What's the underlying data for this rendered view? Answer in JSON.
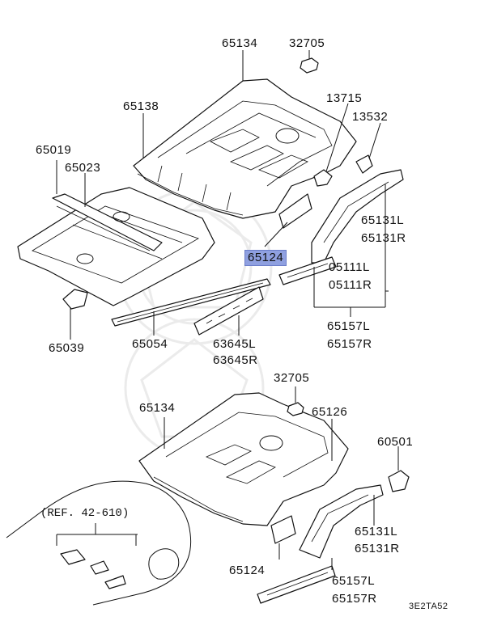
{
  "labels": {
    "p65134_top": "65134",
    "p32705_top": "32705",
    "p65138": "65138",
    "p13715": "13715",
    "p13532": "13532",
    "p65019": "65019",
    "p65023": "65023",
    "p65131_top_l": "65131L",
    "p65131_top_r": "65131R",
    "p65124_top": "65124",
    "p05111l": "05111L",
    "p05111r": "05111R",
    "p65039": "65039",
    "p65054": "65054",
    "p63645l": "63645L",
    "p63645r": "63645R",
    "p65157_top_l": "65157L",
    "p65157_top_r": "65157R",
    "p32705_bot": "32705",
    "p65134_bot": "65134",
    "p65126": "65126",
    "p60501": "60501",
    "ref": "(REF. 42-610)",
    "p65131_bot_l": "65131L",
    "p65131_bot_r": "65131R",
    "p65124_bot": "65124",
    "p65157_bot_l": "65157L",
    "p65157_bot_r": "65157R",
    "code": "3E2TA52"
  },
  "colors": {
    "highlight": "#8fa0e0",
    "line": "#111111"
  }
}
